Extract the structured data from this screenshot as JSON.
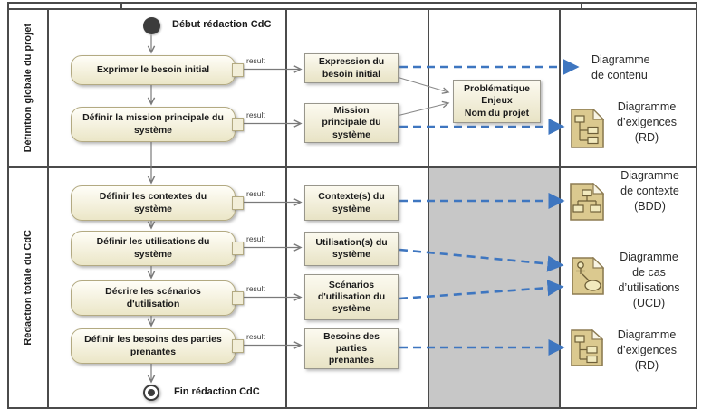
{
  "lanes": [
    {
      "label": "Définition globale du projet"
    },
    {
      "label": "Rédaction totale du CdC"
    }
  ],
  "nodes": {
    "start_label": "Début rédaction CdC",
    "end_label": "Fin rédaction CdC"
  },
  "labels": {
    "result": "result"
  },
  "activities": [
    {
      "label": "Exprimer le besoin initial"
    },
    {
      "label": "Définir la mission principale du\nsystème"
    },
    {
      "label": "Définir les contextes du\nsystème"
    },
    {
      "label": "Définir les utilisations du\nsystème"
    },
    {
      "label": "Décrire les scénarios\nd'utilisation"
    },
    {
      "label": "Définir les besoins des parties\nprenantes"
    }
  ],
  "objects": [
    {
      "label": "Expression du\nbesoin initial"
    },
    {
      "label": "Mission\nprincipale du\nsystème"
    },
    {
      "label": "Contexte(s) du\nsystème"
    },
    {
      "label": "Utilisation(s) du\nsystème"
    },
    {
      "label": "Scénarios\nd'utilisation du\nsystème"
    },
    {
      "label": "Besoins des\nparties\nprenantes"
    }
  ],
  "note": {
    "label": "Problématique\nEnjeux\nNom du projet"
  },
  "diagram_refs": [
    {
      "label": "Diagramme\nde contenu",
      "icon": "none"
    },
    {
      "label": "Diagramme\nd’exigences\n(RD)",
      "icon": "requirements-diagram-icon"
    },
    {
      "label": "Diagramme\nde contexte\n(BDD)",
      "icon": "block-definition-diagram-icon"
    },
    {
      "label": "Diagramme\nde cas\nd’utilisations\n(UCD)",
      "icon": "use-case-diagram-icon"
    },
    {
      "label": "Diagramme\nd’exigences\n(RD)",
      "icon": "requirements-diagram-icon"
    }
  ],
  "colors": {
    "dashed_arrow": "#3e76c0",
    "lane_border": "#4b4b4b",
    "gray_column": "#c7c7c7",
    "activity_fill": "#ebe6c7",
    "object_fill": "#e8e3c5",
    "icon_page_fill": "#dbc98f"
  }
}
